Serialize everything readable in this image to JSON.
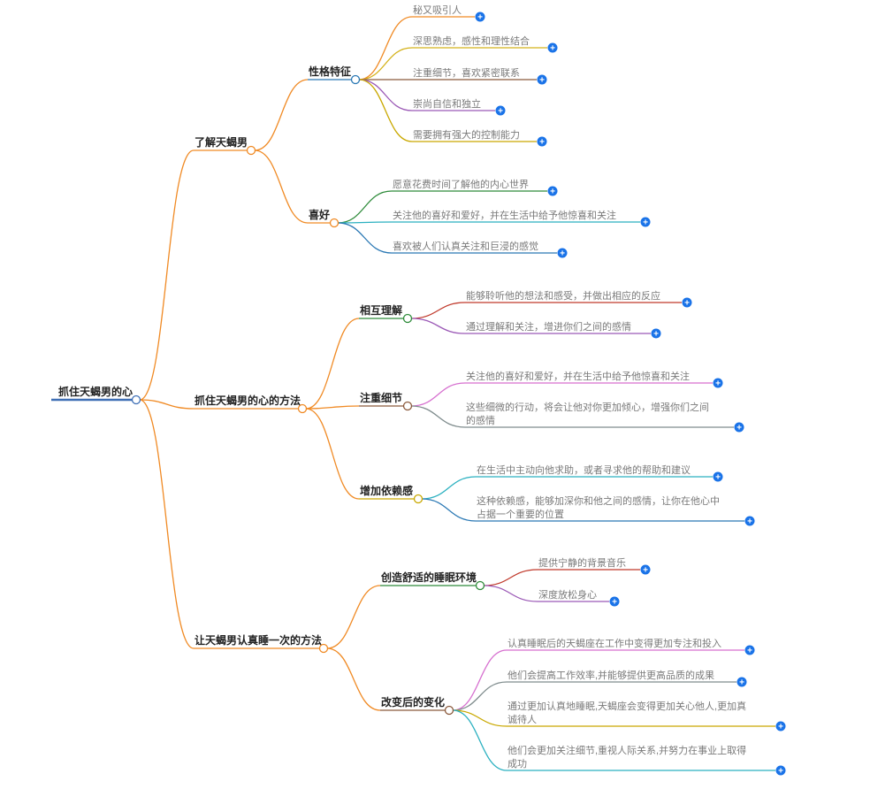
{
  "root": {
    "label": "抓住天蝎男的心",
    "children": [
      {
        "label": "了解天蝎男",
        "children": [
          {
            "label": "性格特征",
            "children": [
              {
                "lines": [
                  "秘又吸引人"
                ]
              },
              {
                "lines": [
                  "深思熟虑，感性和理性结合"
                ]
              },
              {
                "lines": [
                  "注重细节，喜欢紧密联系"
                ]
              },
              {
                "lines": [
                  "崇尚自信和独立"
                ]
              },
              {
                "lines": [
                  "需要拥有强大的控制能力"
                ]
              }
            ]
          },
          {
            "label": "喜好",
            "children": [
              {
                "lines": [
                  "愿意花费时间了解他的内心世界"
                ]
              },
              {
                "lines": [
                  "关注他的喜好和爱好，并在生活中给予他惊喜和关注"
                ]
              },
              {
                "lines": [
                  "喜欢被人们认真关注和巨浸的感觉"
                ]
              }
            ]
          }
        ]
      },
      {
        "label": "抓住天蝎男的心的方法",
        "children": [
          {
            "label": "相互理解",
            "children": [
              {
                "lines": [
                  "能够聆听他的想法和感受，并做出相应的反应"
                ]
              },
              {
                "lines": [
                  "通过理解和关注，增进你们之间的感情"
                ]
              }
            ]
          },
          {
            "label": "注重细节",
            "children": [
              {
                "lines": [
                  "关注他的喜好和爱好，并在生活中给予他惊喜和关注"
                ]
              },
              {
                "lines": [
                  "这些细微的行动，将会让他对你更加倾心，增强你们之间",
                  "的感情"
                ]
              }
            ]
          },
          {
            "label": "增加依赖感",
            "children": [
              {
                "lines": [
                  "在生活中主动向他求助，或者寻求他的帮助和建议"
                ]
              },
              {
                "lines": [
                  "这种依赖感，能够加深你和他之间的感情，让你在他心中",
                  "占据一个重要的位置"
                ]
              }
            ]
          }
        ]
      },
      {
        "label": "让天蝎男认真睡一次的方法",
        "children": [
          {
            "label": "创造舒适的睡眠环境",
            "children": [
              {
                "lines": [
                  "提供宁静的背景音乐"
                ]
              },
              {
                "lines": [
                  "深度放松身心"
                ]
              }
            ]
          },
          {
            "label": "改变后的变化",
            "children": [
              {
                "lines": [
                  "认真睡眠后的天蝎座在工作中变得更加专注和投入"
                ]
              },
              {
                "lines": [
                  "他们会提高工作效率,并能够提供更高品质的成果"
                ]
              },
              {
                "lines": [
                  "通过更加认真地睡眠,天蝎座会变得更加关心他人,更加真",
                  "诚待人"
                ]
              },
              {
                "lines": [
                  "他们会更加关注细节,重视人际关系,并努力在事业上取得",
                  "成功"
                ]
              }
            ]
          }
        ]
      }
    ]
  },
  "colors": {
    "root_line": "#3f6fb5",
    "root_edge": "#f08a24",
    "l1_circle": "#f08a24",
    "plus_bg": "#1a73e8",
    "leaf_text": "#7a7a7a",
    "label_text": "#222222",
    "branch_palette": [
      "#f08a24",
      "#d4b21a",
      "#8b5a3c",
      "#c9a800",
      "#b8b800",
      "#2a78b4",
      "#2ab0c0",
      "#c0392b",
      "#9b59b6",
      "#d66fcf",
      "#7f8c8d",
      "#2e8b3a",
      "#e0c000"
    ]
  },
  "icons": {
    "collapse": "circle-toggle-icon",
    "expand": "plus-circle-icon"
  }
}
